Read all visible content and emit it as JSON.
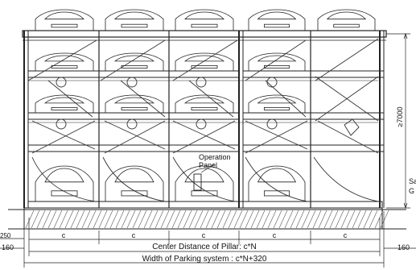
{
  "diagram": {
    "operation_panel_line1": "Operation",
    "operation_panel_line2": "Panel",
    "height_label": "≥7000",
    "right_label_line1": "Sa",
    "right_label_line2": "G",
    "left_dim_top": "250",
    "left_dim_bottom": "160",
    "right_dim_bottom": "160",
    "bay_labels": [
      "c",
      "c",
      "c",
      "c",
      "c"
    ],
    "center_distance": "Center Distance of Pillar: c*N",
    "width_system": "Width of Parking system : c*N+320"
  }
}
